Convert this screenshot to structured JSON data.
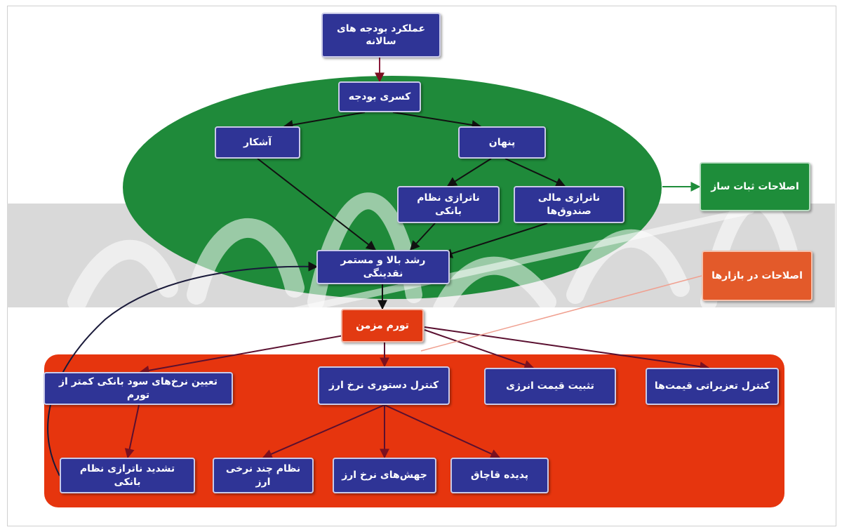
{
  "diagram": {
    "nodes": {
      "annual_budget": "عملکرد بودجه های سالانه",
      "budget_deficit": "کسری بودجه",
      "explicit": "آشکار",
      "hidden": "پنهان",
      "bank_imbalance": "ناترازی نظام بانکی",
      "funds_imbalance": "ناترازی مالی صندوق‌ها",
      "liquidity_growth": "رشد بالا و مستمر نقدینگی",
      "chronic_inflation": "تورم مزمن",
      "stabilizing_reforms": "اصلاحات ثبات ساز",
      "market_reforms": "اصلاحات در بازارها",
      "low_interest_rates": "تعیین نرخ‌های سود بانکی کمتر از تورم",
      "fx_control": "کنترل دستوری نرخ ارز",
      "energy_price_fix": "تثبیت قیمت انرژی",
      "price_control": "کنترل تعزیراتی قیمت‌ها",
      "intensified_bank_imbalance": "تشدید ناترازی نظام بانکی",
      "multi_rate_fx": "نظام چند نرخی ارز",
      "fx_jumps": "جهش‌های نرخ ارز",
      "smuggling": "پدیده قاچاق"
    },
    "colors": {
      "node_blue": "#2f3496",
      "ellipse_green": "#1f8a3a",
      "red_region": "#e6350e",
      "green_box": "#1e8d3a",
      "orange_box": "#e35a2a",
      "band_gray": "#d9d9d9"
    }
  }
}
